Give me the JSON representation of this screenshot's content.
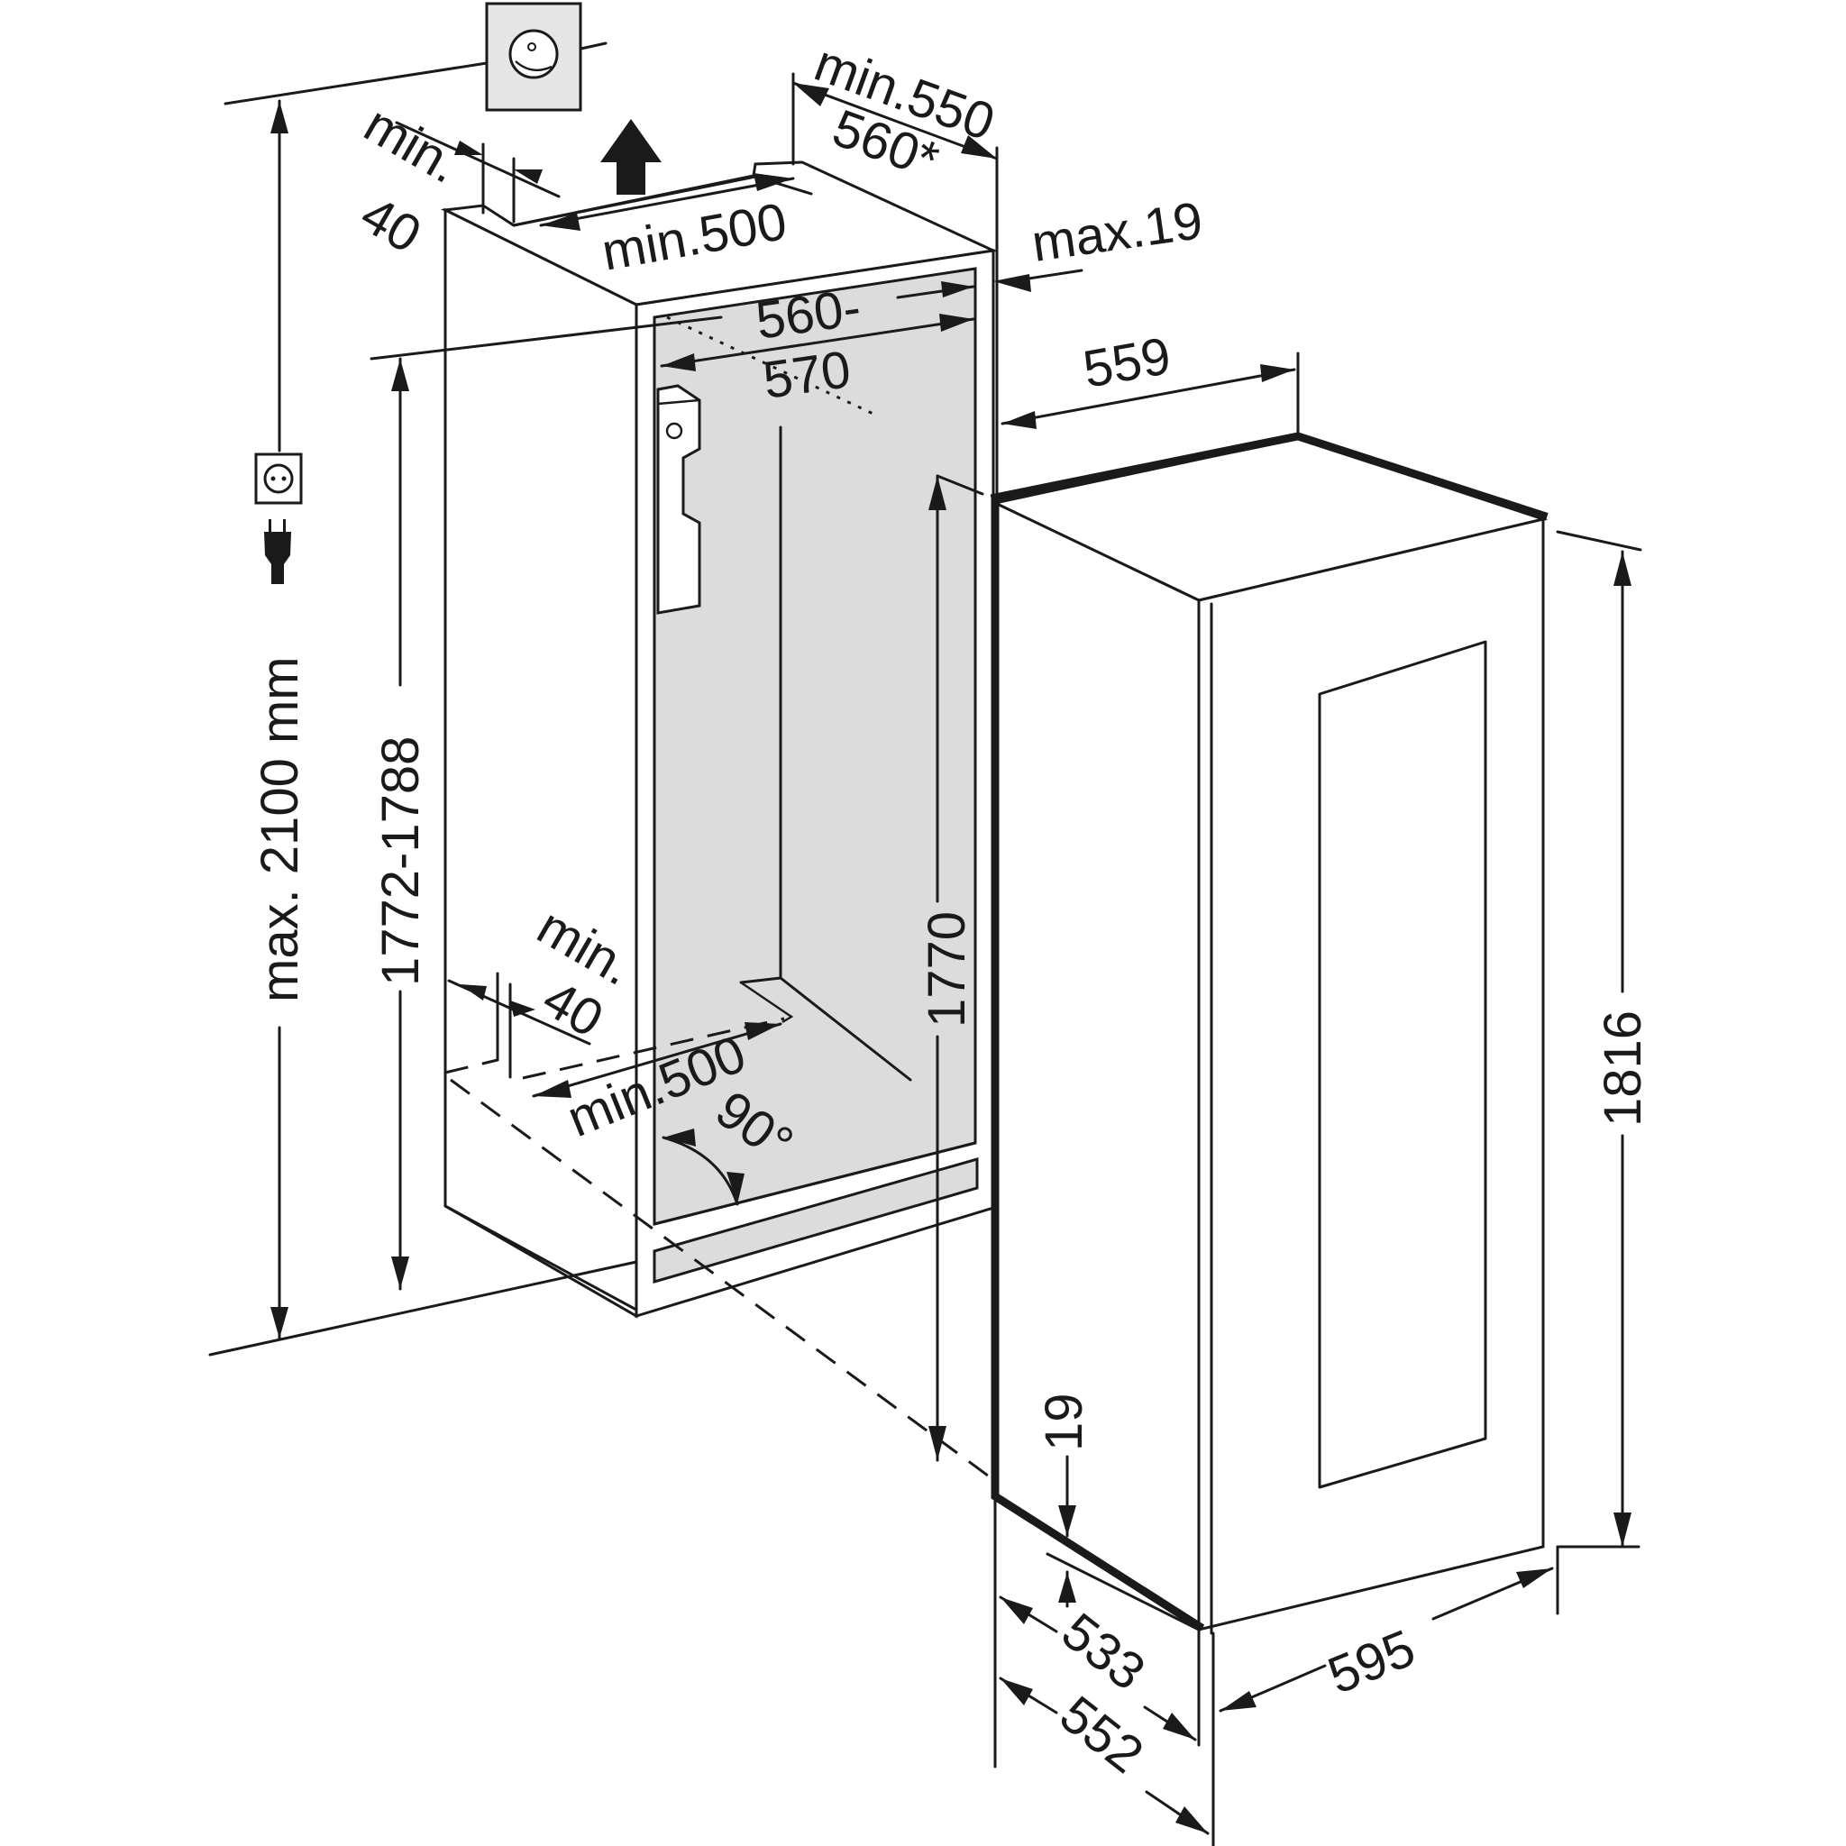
{
  "diagram": {
    "title": "Built-in appliance niche installation dimensions",
    "units": "mm",
    "colors": {
      "line": "#1a1a1a",
      "niche_interior": "#dcdcdc",
      "background": "#ffffff"
    },
    "icons": {
      "wall_vent": "wall-vent-icon",
      "socket": "power-socket-icon",
      "plug": "power-plug-icon",
      "air_flow_arrow": "air-flow-up-arrow-icon"
    },
    "labels": {
      "top_vent_gap_min": "min.",
      "top_vent_gap_value": "40",
      "top_vent_depth": "min.500",
      "niche_depth_min": "min.550",
      "niche_depth_alt": "560*",
      "front_panel_max": "max.19",
      "niche_width_top": "560-",
      "niche_width_bottom": "570",
      "appliance_depth_top": "559",
      "max_height": "max. 2100 mm",
      "niche_height": "1772-1788",
      "bottom_vent_gap_min": "min.",
      "bottom_vent_gap_value": "40",
      "bottom_vent_depth": "min.500",
      "angle": "90°",
      "interior_height": "1770",
      "appliance_height": "1816",
      "door_thickness": "19",
      "depth_body": "533",
      "depth_total": "552",
      "width_appliance": "595"
    }
  }
}
